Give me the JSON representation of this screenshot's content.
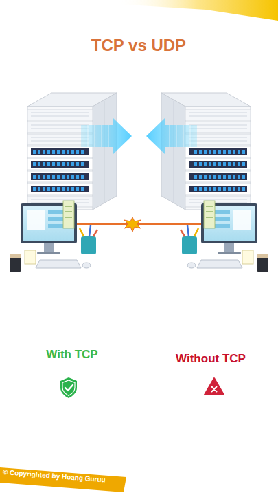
{
  "diagram": {
    "title": "TCP vs UDP",
    "labels": [
      "With TCP",
      "Without TCP",
      "© Copyrighted by Hoang Guruu"
    ]
  }
}
